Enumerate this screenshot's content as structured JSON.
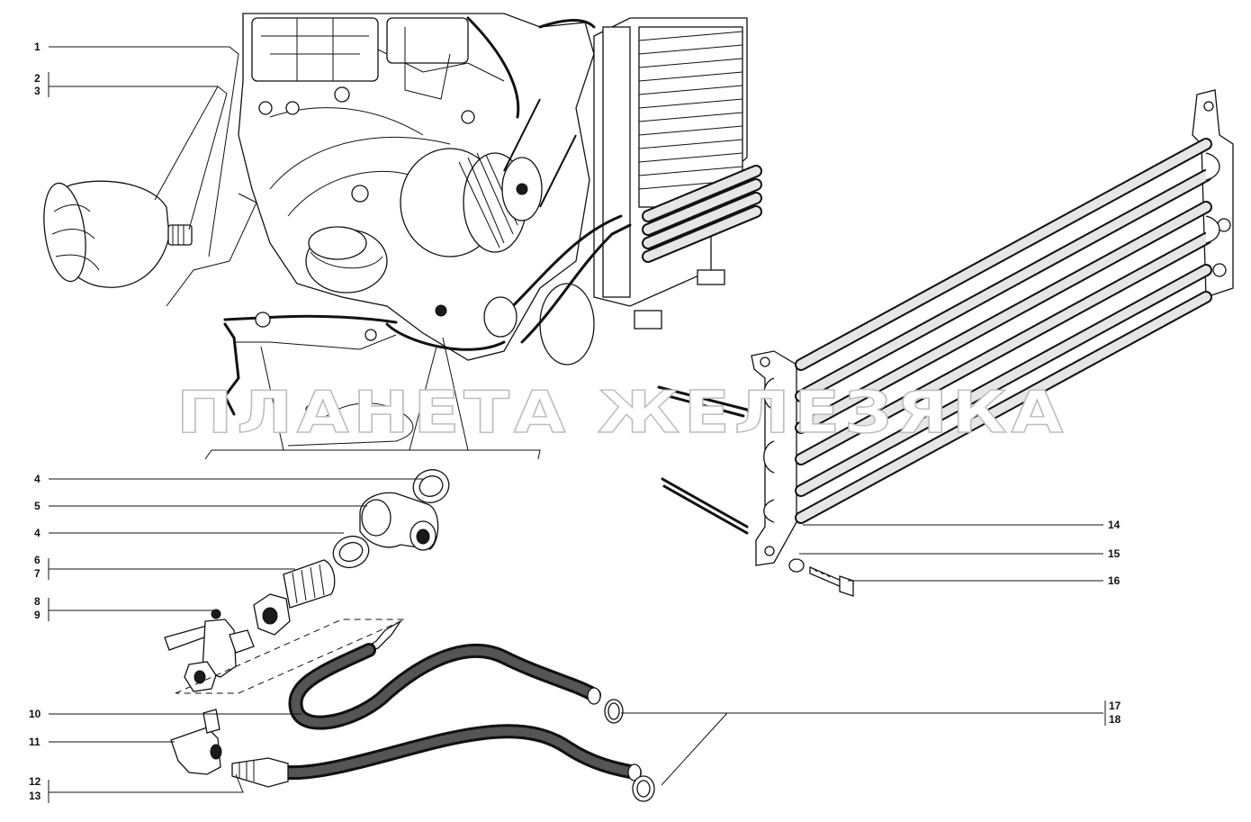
{
  "watermark": "ПЛАНЕТА ЖЕЛЕЗЯКА",
  "callouts": {
    "c1": "1",
    "c2": "2",
    "c3": "3",
    "c4a": "4",
    "c5": "5",
    "c4b": "4",
    "c6": "6",
    "c7": "7",
    "c8": "8",
    "c9": "9",
    "c10": "10",
    "c11": "11",
    "c12": "12",
    "c13": "13",
    "c14": "14",
    "c15": "15",
    "c16": "16",
    "c17": "17",
    "c18": "18"
  },
  "colors": {
    "ink": "#111111",
    "paper": "#ffffff",
    "watermark_outline": "#bdbdbd"
  }
}
